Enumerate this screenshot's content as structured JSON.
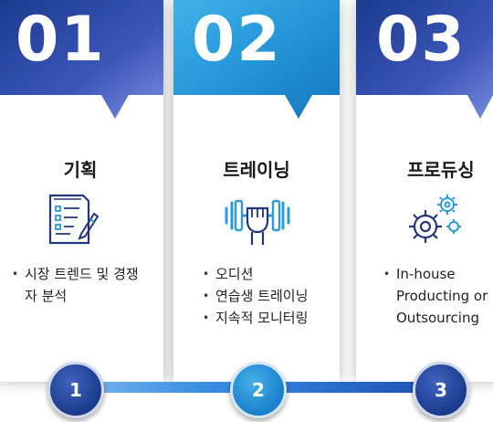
{
  "cards": [
    {
      "number": "01",
      "title": "기획",
      "icon": "checklist-document-icon",
      "bullets": [
        "시장 트렌드 및 경쟁자 분석"
      ]
    },
    {
      "number": "02",
      "title": "트레이닝",
      "icon": "dumbbell-fist-icon",
      "bullets": [
        "오디션",
        "연습생 트레이닝",
        "지속적 모니터링"
      ]
    },
    {
      "number": "03",
      "title": "프로듀싱",
      "icon": "gears-icon",
      "bullets": [
        "In-house Producting or Outsourcing"
      ]
    }
  ],
  "steps": [
    "1",
    "2",
    "3"
  ],
  "colors": {
    "navy": "#1f3f95",
    "purple_blue": "#6f7fd6",
    "sky": "#2a9ad6",
    "icon_navy": "#25367a",
    "icon_sky": "#2b9bd8"
  }
}
